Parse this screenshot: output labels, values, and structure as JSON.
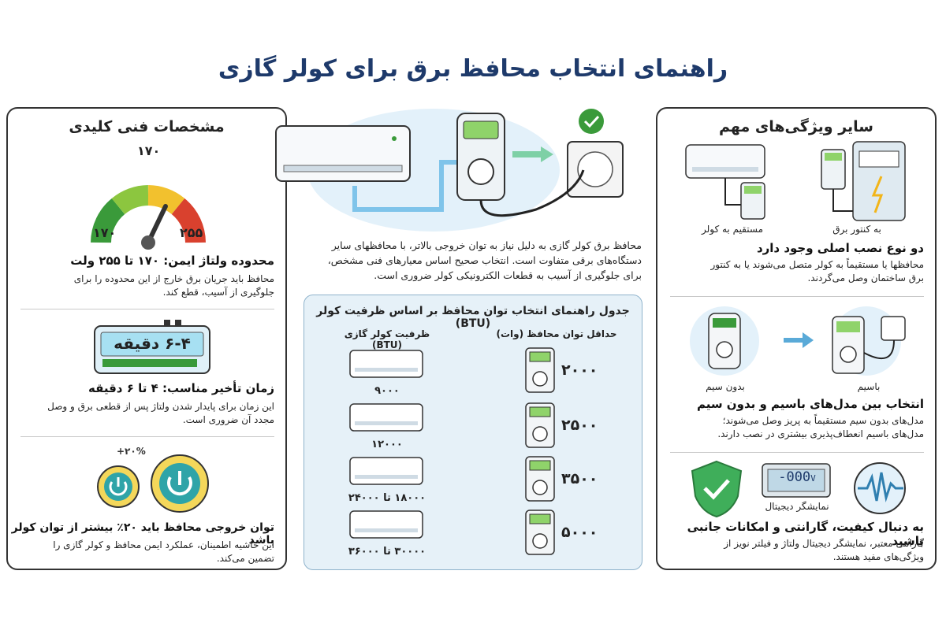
{
  "title": "راهنمای انتخاب محافظ برق برای کولر گازی",
  "left_panel": {
    "title": "مشخصات فنی کلیدی",
    "gauge": {
      "top_label": "۱۷۰",
      "min_label": "۱۷۰",
      "max_label": "۲۵۵",
      "colors": [
        "#3a9a3a",
        "#f2c12e",
        "#d9412e"
      ]
    },
    "voltage": {
      "title": "محدوده ولتاژ ایمن: ۱۷۰ تا ۲۵۵ ولت",
      "desc_lines": [
        "محافظ باید جریان برق خارج از این محدوده را برای",
        "جلوگیری از آسیب، قطع کند."
      ]
    },
    "timer": {
      "display": "۶-۴ دقیقه",
      "title": "زمان تأخیر مناسب: ۴ تا ۶ دقیقه",
      "desc_lines": [
        "این زمان برای پایدار شدن ولتاژ پس از قطعی برق و وصل",
        "مجدد آن ضروری است."
      ]
    },
    "power": {
      "badge": "+۲۰%",
      "title": "توان خروجی محافظ باید ۲۰٪ بیشتر از توان کولر باشد",
      "desc_lines": [
        "این حاشیه اطمینان، عملکرد ایمن محافظ و کولر گازی را",
        "تضمین می‌کند."
      ]
    }
  },
  "center": {
    "desc_lines": [
      "محافظ برق کولر گازی به دلیل نیاز به توان خروجی بالاتر، با محافظهای سایر",
      "دستگاه‌های برقی متفاوت است. انتخاب صحیح اساس معیارهای فنی مشخص،",
      "برای جلوگیری از آسیب به قطعات الکترونیکی کولر ضروری است."
    ],
    "table": {
      "title": "جدول راهنمای انتخاب توان محافظ بر اساس ظرفیت کولر (BTU)",
      "col_capacity": "ظرفیت کولر گازی (BTU)",
      "col_power": "حداقل توان محافظ (وات)",
      "rows": [
        {
          "capacity": "۹۰۰۰",
          "power": "۲۰۰۰"
        },
        {
          "capacity": "۱۲۰۰۰",
          "power": "۲۵۰۰"
        },
        {
          "capacity": "۱۸۰۰۰ تا ۲۴۰۰۰",
          "power": "۳۵۰۰"
        },
        {
          "capacity": "۳۰۰۰۰ تا ۳۶۰۰۰",
          "power": "۵۰۰۰"
        }
      ]
    }
  },
  "right_panel": {
    "title": "سایر ویژگی‌های مهم",
    "install": {
      "label_direct": "مستقیم به کولر",
      "label_meter": "به کنتور برق",
      "title": "دو نوع نصب اصلی وجود دارد",
      "desc_lines": [
        "محافظها یا مستقیماً به کولر متصل می‌شوند یا به کنتور",
        "برق ساختمان وصل می‌گردند."
      ]
    },
    "wired": {
      "label_wireless": "بدون سیم",
      "label_wired": "باسیم",
      "title": "انتخاب بین مدل‌های باسیم و بدون سیم",
      "desc_lines": [
        "مدل‌های بدون سیم مستقیماً به پریز وصل می‌شوند؛",
        "مدل‌های باسیم انعطاف‌پذیری بیشتری در نصب دارند."
      ]
    },
    "quality": {
      "display_text": "000",
      "display_unit": "V",
      "label_display": "نمایشگر دیجیتال",
      "title": "به دنبال کیفیت، گارانتی و امکانات جانبی باشید",
      "desc_lines": [
        "گارانتی معتبر، نمایشگر دیجیتال ولتاژ و فیلتر نویز از",
        "ویژگی‌های مفید هستند."
      ]
    }
  }
}
